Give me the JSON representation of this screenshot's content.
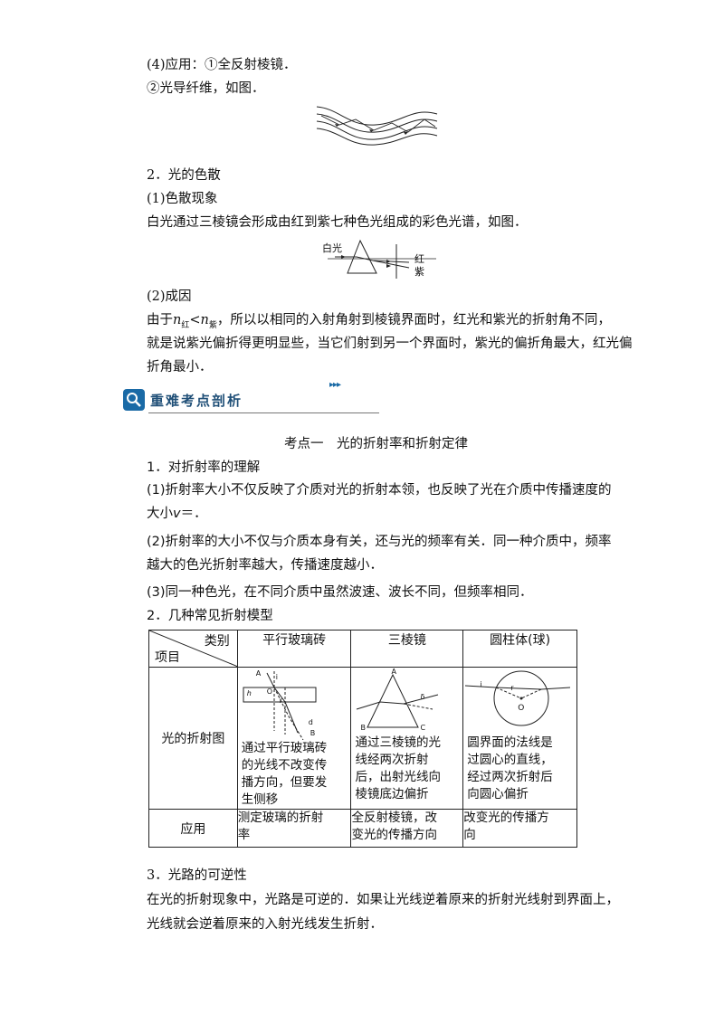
{
  "section_app": {
    "line1": "(4)应用：①全反射棱镜．",
    "line2": "②光导纤维，如图．"
  },
  "dispersion": {
    "heading": "2．光的色散",
    "sub1": "(1)色散现象",
    "text1": "白光通过三棱镜会形成由红到紫七种色光组成的彩色光谱，如图．",
    "fig_labels": {
      "white": "白光",
      "red": "红",
      "violet": "紫"
    },
    "sub2": "(2)成因",
    "reason_l1_a": "由于",
    "reason_n": "n",
    "reason_sub_red": "红",
    "reason_lt": "<",
    "reason_sub_violet": "紫",
    "reason_l1_b": "，所以以相同的入射角射到棱镜界面时，红光和紫光的折射角不同，",
    "reason_l2": "就是说紫光偏折得更明显些，当它们射到另一个界面时，紫光的偏折角最大，红光偏",
    "reason_l3": "折角最小．"
  },
  "banner": {
    "title": "重难考点剖析",
    "arrows": "▸▸▸"
  },
  "kaodian": {
    "title": "考点一　光的折射率和折射定律",
    "s1": "1．对折射率的理解",
    "p1a": "(1)折射率大小不仅反映了介质对光的折射本领，也反映了光在介质中传播速度的",
    "p1b": "大小",
    "p1v": "v",
    "p1c": "＝．",
    "p2a": "(2)折射率的大小不仅与介质本身有关，还与光的频率有关．同一种介质中，频率",
    "p2b": "越大的色光折射率越大，传播速度越小．",
    "p3": "(3)同一种色光，在不同介质中虽然波速、波长不同，但频率相同．",
    "s2": "2．几种常见折射模型"
  },
  "table": {
    "corner_top": "类别",
    "corner_bottom": "项目",
    "cols": [
      "平行玻璃砖",
      "三棱镜",
      "圆柱体(球)"
    ],
    "row1_label": "光的折射图",
    "row1_notes": [
      [
        "通过平行玻璃砖",
        "的光线不改变传",
        "播方向，但要发",
        "生侧移"
      ],
      [
        "通过三棱镜的光",
        "线经两次折射",
        "后，出射光线向",
        "棱镜底边偏折"
      ],
      [
        "圆界面的法线是",
        "过圆心的直线，",
        "经过两次折射后",
        "向圆心偏折"
      ]
    ],
    "row2_label": "应用",
    "row2_cells": [
      [
        "测定玻璃的折射",
        "率"
      ],
      [
        "全反射棱镜，改",
        "变光的传播方向"
      ],
      [
        "改变光的传播方",
        "向"
      ]
    ],
    "fig_labels": {
      "slab": {
        "A": "A",
        "i": "i",
        "h": "h",
        "O": "O",
        "r": "r",
        "d": "d",
        "B": "B"
      },
      "prism": {
        "A": "A",
        "delta": "δ",
        "B": "B",
        "C": "C"
      },
      "circle": {
        "i": "i",
        "r": "r",
        "O": "O"
      }
    }
  },
  "reversibility": {
    "heading": "3．光路的可逆性",
    "p_a": "在光的折射现象中，光路是可逆的．如果让光线逆着原来的折射光线射到界面上，",
    "p_b": "光线就会逆着原来的入射光线发生折射．"
  }
}
